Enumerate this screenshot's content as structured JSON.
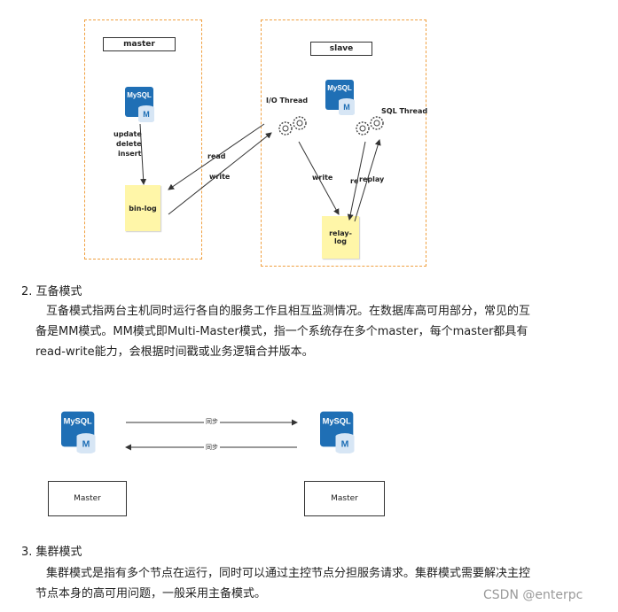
{
  "diagram1": {
    "master_title": "master",
    "slave_title": "slave",
    "update_text": "update",
    "delete_text": "delete",
    "insert_text": "insert",
    "binlog_label": "bin-log",
    "read_label": "read",
    "write_label_left": "write",
    "io_thread_label": "I/O  Thread",
    "sql_thread_label": "SQL  Thread",
    "write_label_right": "write",
    "re_label": "re",
    "replay_label": "replay",
    "relay_log_line1": "relay-",
    "relay_log_line2": "log",
    "mysql_text": "MySQL",
    "mysql_m": "M"
  },
  "section2": {
    "heading": "2. 互备模式",
    "para_lines": [
      "互备模式指两台主机同时运行各自的服务工作且相互监测情况。在数据库高可用部分，常见的互",
      "备是MM模式。MM模式即Multi-Master模式，指一个系统存在多个master，每个master都具有",
      "read-write能力，会根据时间戳或业务逻辑合并版本。"
    ]
  },
  "diagram2": {
    "sync_label_top": "同步",
    "sync_label_bottom": "同步",
    "left_box": "Master",
    "right_box": "Master"
  },
  "section3": {
    "heading": "3. 集群模式",
    "para_lines": [
      "集群模式是指有多个节点在运行，同时可以通过主控节点分担服务请求。集群模式需要解决主控",
      "节点本身的高可用问题，一般采用主备模式。"
    ]
  },
  "watermark": "CSDN @enterpc",
  "colors": {
    "dash": "#f0a040",
    "note": "#fff6a8",
    "mysql_blue": "#1f6fb5"
  }
}
